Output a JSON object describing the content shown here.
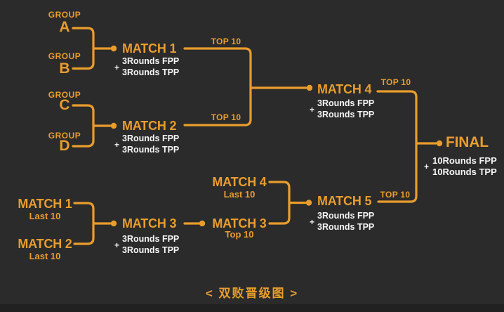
{
  "colors": {
    "background": "#2B2B2B",
    "accent": "#E99D2C",
    "text": "#F5F5F5",
    "footer": "#212121"
  },
  "title": "<  双败晋级图  >",
  "groups": {
    "a": {
      "label": "GROUP",
      "letter": "A"
    },
    "b": {
      "label": "GROUP",
      "letter": "B"
    },
    "c": {
      "label": "GROUP",
      "letter": "C"
    },
    "d": {
      "label": "GROUP",
      "letter": "D"
    }
  },
  "matches": {
    "m1": {
      "name": "MATCH 1",
      "plus": "+",
      "rounds": [
        "3Rounds FPP",
        "3Rounds TPP"
      ],
      "advance": "TOP 10"
    },
    "m2": {
      "name": "MATCH 2",
      "plus": "+",
      "rounds": [
        "3Rounds FPP",
        "3Rounds TPP"
      ],
      "advance": "TOP 10"
    },
    "m3": {
      "name": "MATCH 3",
      "plus": "+",
      "rounds": [
        "3Rounds FPP",
        "3Rounds TPP"
      ]
    },
    "m4": {
      "name": "MATCH 4",
      "plus": "+",
      "rounds": [
        "3Rounds FPP",
        "3Rounds TPP"
      ],
      "advance": "TOP 10"
    },
    "m5": {
      "name": "MATCH 5",
      "plus": "+",
      "rounds": [
        "3Rounds FPP",
        "3Rounds TPP"
      ],
      "advance": "TOP 10"
    },
    "final": {
      "name": "FINAL",
      "plus": "+",
      "rounds": [
        "10Rounds FPP",
        "10Rounds TPP"
      ]
    }
  },
  "entries": {
    "lm1": {
      "name": "MATCH 1",
      "sub": "Last 10"
    },
    "lm2": {
      "name": "MATCH 2",
      "sub": "Last 10"
    },
    "rm4": {
      "name": "MATCH 4",
      "sub": "Last 10"
    },
    "rm3": {
      "name": "MATCH 3",
      "sub": "Top 10"
    }
  }
}
